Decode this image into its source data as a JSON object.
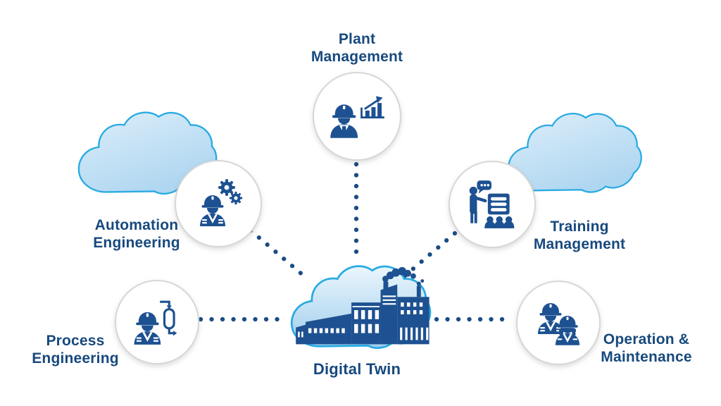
{
  "diagram": {
    "center": {
      "id": "digital-twin",
      "label": "Digital Twin",
      "icon": "factory-in-cloud-icon"
    },
    "nodes": [
      {
        "id": "plant-management",
        "label": "Plant Management",
        "icon": "manager-with-bar-chart-icon"
      },
      {
        "id": "automation-engineering",
        "label": "Automation Engineering",
        "icon": "engineer-with-gears-icon"
      },
      {
        "id": "training-management",
        "label": "Training Management",
        "icon": "trainer-with-audience-icon"
      },
      {
        "id": "process-engineering",
        "label": "Process Engineering",
        "icon": "engineer-with-process-vessel-icon"
      },
      {
        "id": "operation-maintenance",
        "label": "Operation & Maintenance",
        "icon": "two-maintenance-workers-icon"
      }
    ],
    "connections": [
      {
        "from": "digital-twin",
        "to": "plant-management",
        "style": "dotted"
      },
      {
        "from": "digital-twin",
        "to": "automation-engineering",
        "style": "dotted"
      },
      {
        "from": "digital-twin",
        "to": "training-management",
        "style": "dotted"
      },
      {
        "from": "digital-twin",
        "to": "process-engineering",
        "style": "dotted"
      },
      {
        "from": "digital-twin",
        "to": "operation-maintenance",
        "style": "dotted"
      }
    ],
    "colors": {
      "label_text": "#17497E",
      "icon_blue": "#1D5191",
      "connector_dot": "#1A4C85",
      "cloud_outline": "#29ABE2",
      "side_cloud_fill_top": "#DCEDF9",
      "side_cloud_fill_bottom": "#AFD6F0",
      "center_cloud_fill_top": "#EAF5FC",
      "center_cloud_fill_bottom": "#9DCCEB",
      "circle_fill": "#FFFFFF",
      "circle_border": "#D7D7D7",
      "background": "#FFFFFF"
    }
  }
}
